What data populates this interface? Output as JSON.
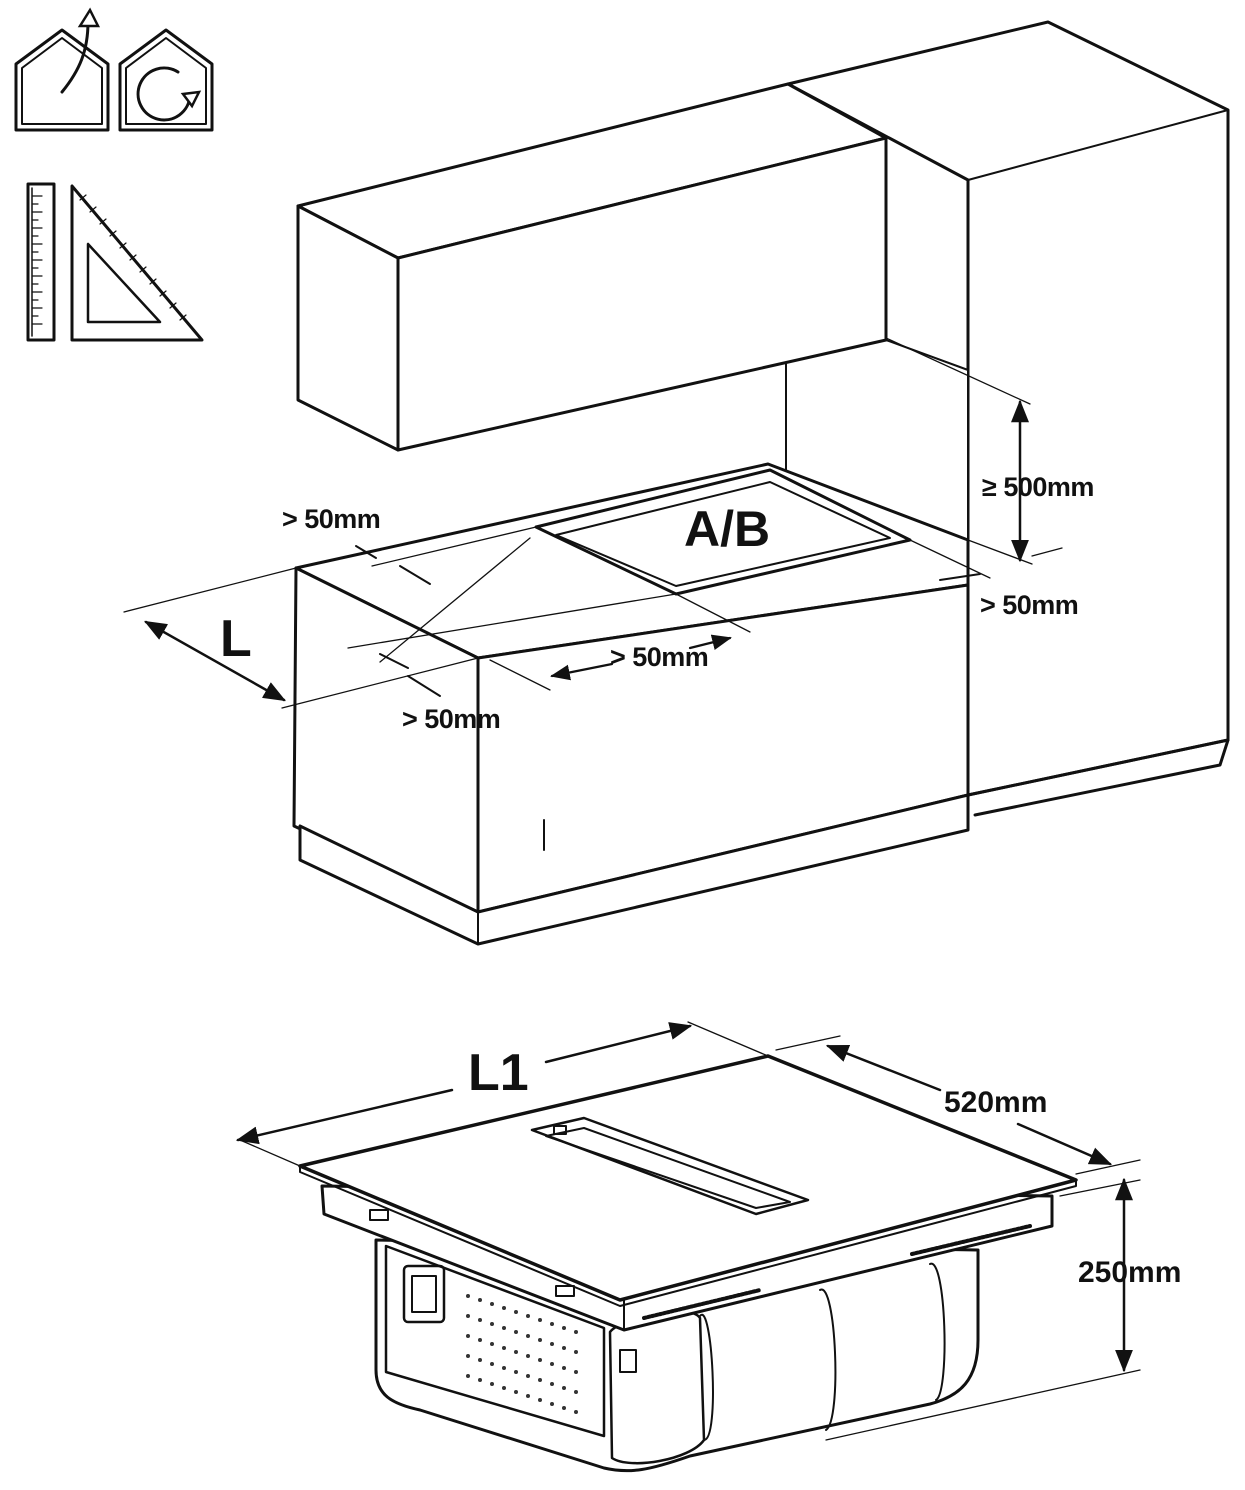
{
  "icons": [
    {
      "name": "outdoor-exhaust-house-icon"
    },
    {
      "name": "recirculation-house-icon"
    },
    {
      "name": "ruler-icon"
    },
    {
      "name": "set-square-icon"
    }
  ],
  "cabinet_diagram": {
    "labels": {
      "clearance_left_top": "> 50mm",
      "cutout": "A/B",
      "wall_cabinet_height": "≥ 500mm",
      "clearance_right": "> 50mm",
      "clearance_front_middle": "> 50mm",
      "depth": "L",
      "clearance_front": "> 50mm"
    }
  },
  "appliance_diagram": {
    "labels": {
      "width": "L1",
      "depth": "520mm",
      "height": "250mm"
    }
  }
}
